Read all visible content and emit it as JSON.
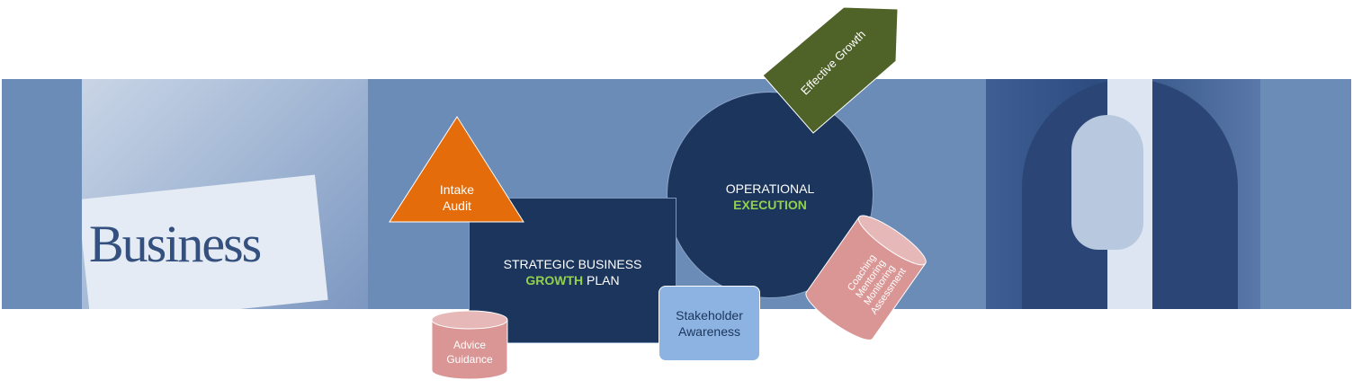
{
  "diagram": {
    "intake": {
      "line1": "Intake",
      "line2": "Audit"
    },
    "strategic": {
      "line1": "STRATEGIC BUSINESS",
      "growth": "GROWTH",
      "plan": "PLAN"
    },
    "operational": {
      "line1": "OPERATIONAL",
      "execution": "EXECUTION"
    },
    "effective_growth": "Effective Growth",
    "stakeholder": {
      "line1": "Stakeholder",
      "line2": "Awareness"
    },
    "advice": {
      "line1": "Advice",
      "line2": "Guidance"
    },
    "coaching": {
      "line1": "Coaching",
      "line2": "Mentoring",
      "line3": "Monitoring",
      "line4": "Assessment"
    }
  },
  "photos": {
    "left": {
      "headline": "Business"
    }
  },
  "colors": {
    "band": "#6c8cb8",
    "navy": "#1b355c",
    "orange": "#e46c0a",
    "olive": "#4f6228",
    "pink": "#d99694",
    "light_blue": "#8db3e2",
    "green_text": "#92d050"
  }
}
